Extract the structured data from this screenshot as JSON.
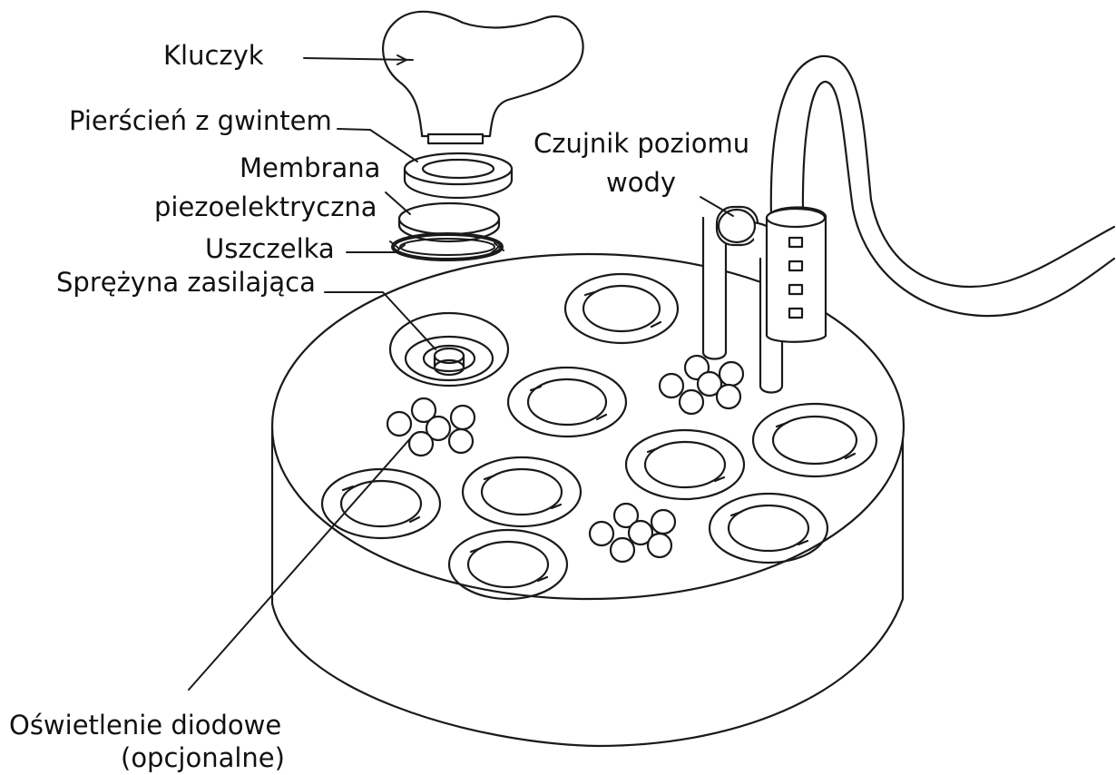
{
  "labels": {
    "kluczyk": "Kluczyk",
    "pierscien": "Pierścień z gwintem",
    "membrana_1": "Membrana",
    "membrana_2": "piezoelektryczna",
    "uszczelka": "Uszczelka",
    "sprezyna": "Sprężyna zasilająca",
    "czujnik_1": "Czujnik poziomu",
    "czujnik_2": "wody",
    "oswietlenie_1": "Oświetlenie diodowe",
    "oswietlenie_2": "(opcjonalne)"
  },
  "colors": {
    "line": "#1a1a1a",
    "background": "#ffffff",
    "corner_accent": "#3fa7c9"
  },
  "icons": {
    "key": "key-icon",
    "device": "ultrasonic-fogger-icon"
  }
}
